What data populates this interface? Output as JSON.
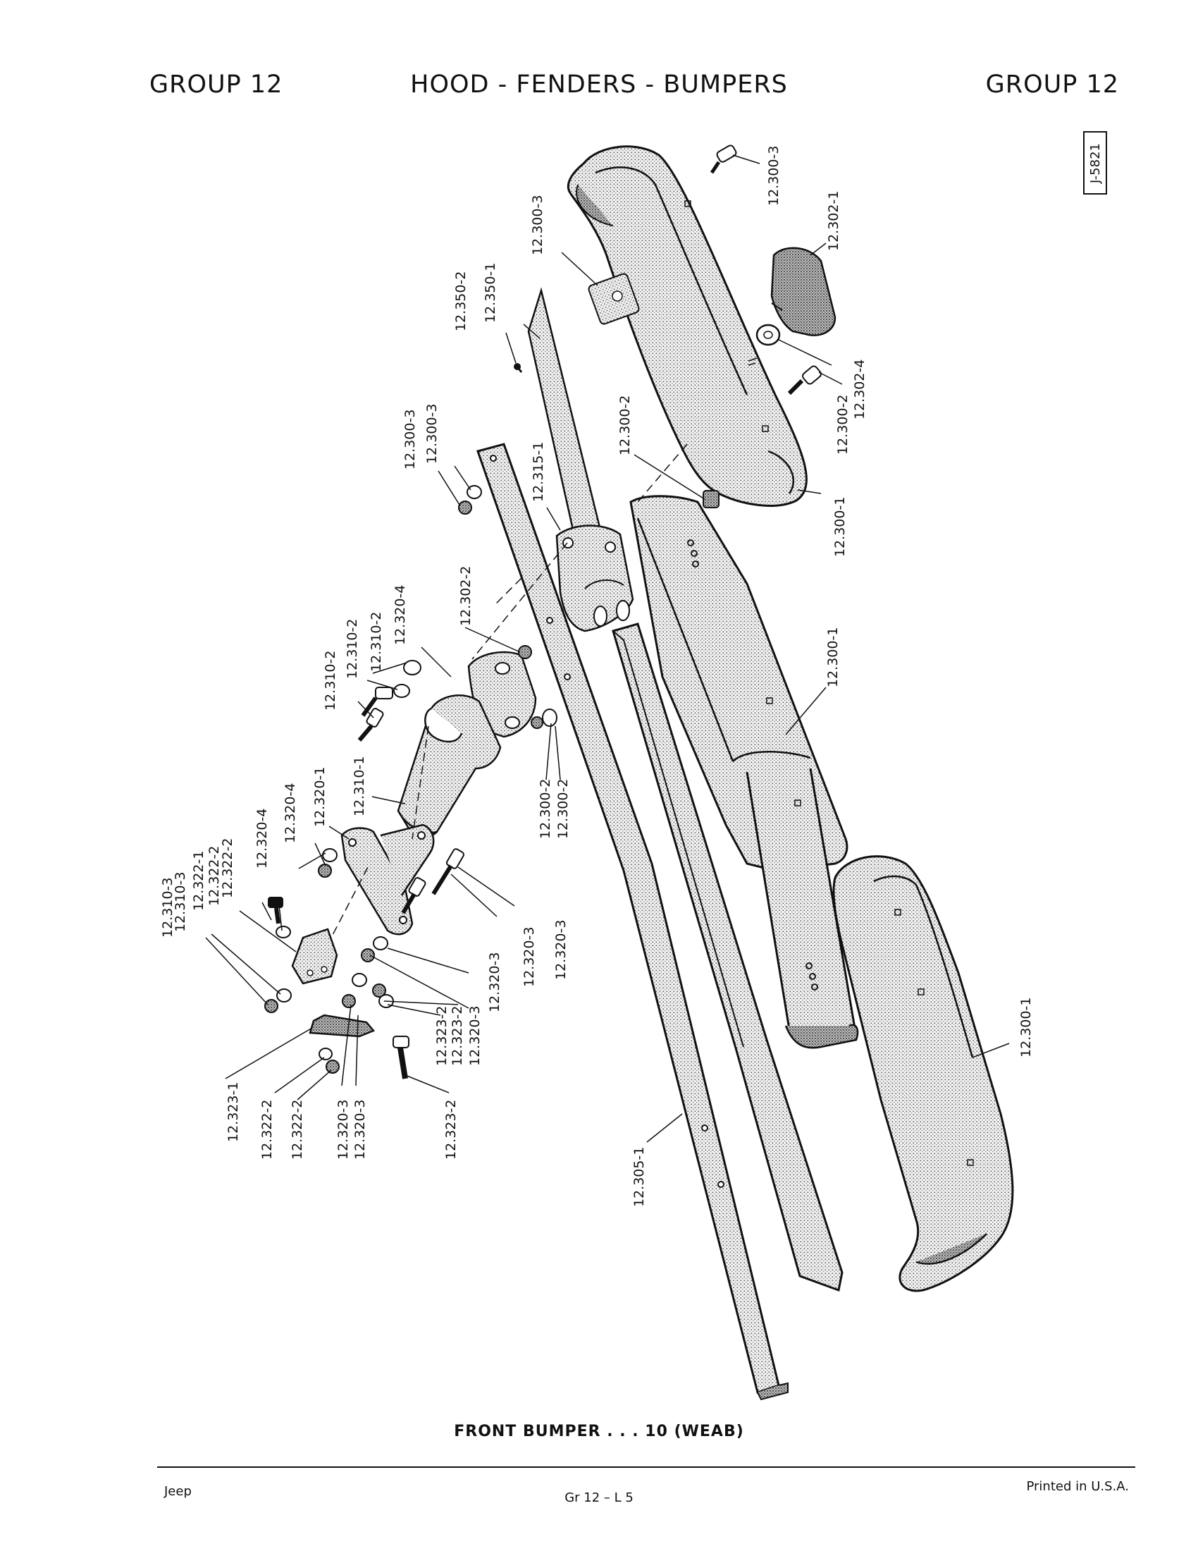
{
  "header": {
    "left": "GROUP 12",
    "title": "HOOD - FENDERS - BUMPERS",
    "right": "GROUP 12"
  },
  "reference_code": "J-5821",
  "caption": "FRONT BUMPER . . . 10 (WEAB)",
  "footer": {
    "left": "Jeep",
    "center": "Gr 12 – L 5",
    "right": "Printed in U.S.A."
  },
  "callouts": {
    "c01": "12.300-3",
    "c02": "12.300-3",
    "c03": "12.302-1",
    "c04": "12.350-2",
    "c05": "12.350-1",
    "c06": "12.300-2",
    "c07": "12.302-4",
    "c08": "12.300-1",
    "c09": "12.300-3",
    "c10": "12.300-3",
    "c11": "12.315-1",
    "c12": "12.300-2",
    "c13": "12.320-4",
    "c14": "12.310-2",
    "c15": "12.310-2",
    "c16": "12.310-2",
    "c17": "12.302-2",
    "c18": "12.300-1",
    "c19": "12.310-1",
    "c20": "12.320-1",
    "c21": "12.320-4",
    "c22": "12.320-4",
    "c23": "12.300-2",
    "c24": "12.300-2",
    "c25": "12.322-2",
    "c26": "12.322-2",
    "c27": "12.322-1",
    "c28": "12.310-3",
    "c29": "12.310-3",
    "c30": "12.320-3",
    "c31": "12.320-3",
    "c32": "12.320-3",
    "c33": "12.323-2",
    "c34": "12.323-2",
    "c35": "12.320-3",
    "c36": "12.323-1",
    "c37": "12.322-2",
    "c38": "12.322-2",
    "c39": "12.320-3",
    "c40": "12.320-3",
    "c41": "12.323-2",
    "c42": "12.300-1",
    "c43": "12.305-1"
  }
}
